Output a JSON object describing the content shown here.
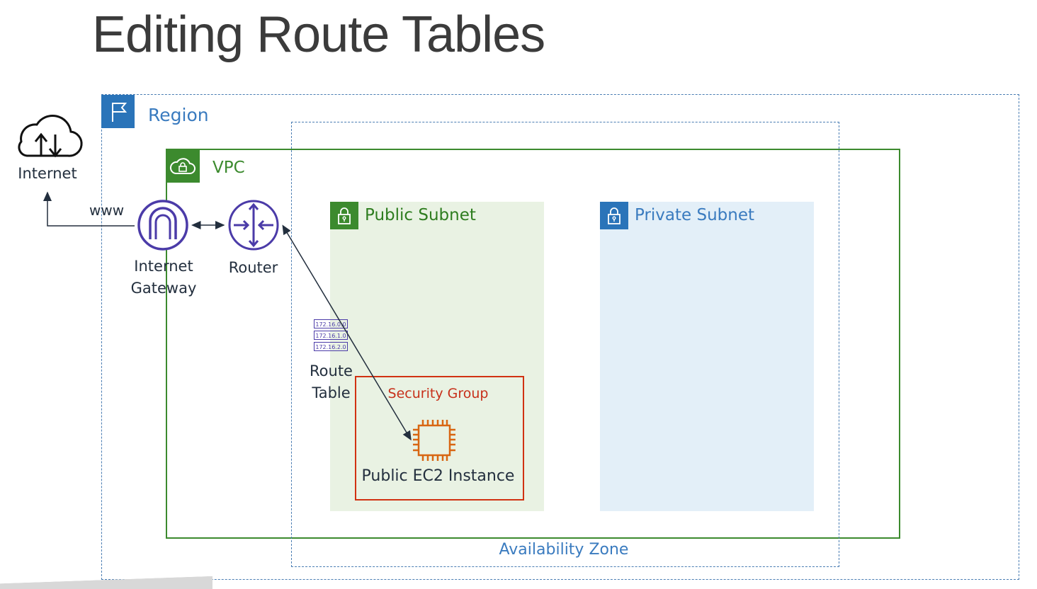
{
  "title": "Editing Route Tables",
  "labels": {
    "region": "Region",
    "vpc": "VPC",
    "public_subnet": "Public Subnet",
    "private_subnet": "Private Subnet",
    "security_group": "Security Group",
    "ec2": "Public EC2 Instance",
    "availability_zone": "Availability Zone",
    "internet": "Internet",
    "www": "www",
    "internet_gateway": "Internet Gateway",
    "router": "Router",
    "route_table": "Route Table"
  },
  "route_table_entries": [
    "172.16.0.0",
    "172.16.1.0",
    "172.16.2.0"
  ],
  "colors": {
    "region": "#2a74b9",
    "vpc": "#3c8a2e",
    "security_group": "#d13212",
    "network_icons": "#4b3ba8",
    "ec2": "#d86613"
  },
  "icons": [
    "flag-icon",
    "cloud-lock-icon",
    "padlock-icon",
    "cloud-transfer-icon",
    "gateway-icon",
    "router-icon",
    "route-table-icon",
    "chip-icon"
  ]
}
